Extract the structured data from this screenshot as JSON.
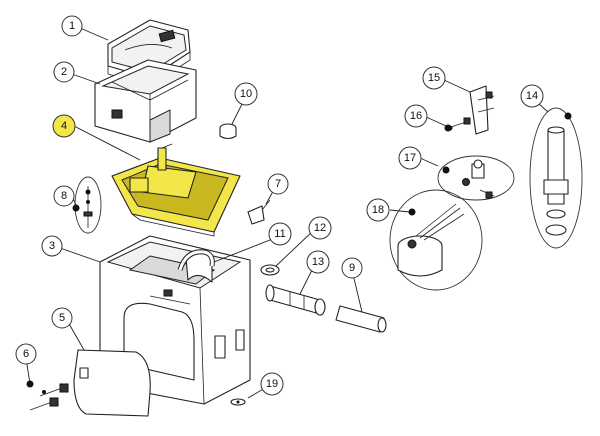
{
  "diagram": {
    "highlight_color": "#f3e64a",
    "callouts": [
      {
        "id": "c1",
        "label": "1",
        "highlighted": false
      },
      {
        "id": "c2",
        "label": "2",
        "highlighted": false
      },
      {
        "id": "c3",
        "label": "3",
        "highlighted": false
      },
      {
        "id": "c4",
        "label": "4",
        "highlighted": true
      },
      {
        "id": "c5",
        "label": "5",
        "highlighted": false
      },
      {
        "id": "c6",
        "label": "6",
        "highlighted": false
      },
      {
        "id": "c7",
        "label": "7",
        "highlighted": false
      },
      {
        "id": "c8",
        "label": "8",
        "highlighted": false
      },
      {
        "id": "c9",
        "label": "9",
        "highlighted": false
      },
      {
        "id": "c10",
        "label": "10",
        "highlighted": false
      },
      {
        "id": "c11",
        "label": "11",
        "highlighted": false
      },
      {
        "id": "c12",
        "label": "12",
        "highlighted": false
      },
      {
        "id": "c13",
        "label": "13",
        "highlighted": false
      },
      {
        "id": "c14",
        "label": "14",
        "highlighted": false
      },
      {
        "id": "c15",
        "label": "15",
        "highlighted": false
      },
      {
        "id": "c16",
        "label": "16",
        "highlighted": false
      },
      {
        "id": "c17",
        "label": "17",
        "highlighted": false
      },
      {
        "id": "c18",
        "label": "18",
        "highlighted": false
      },
      {
        "id": "c19",
        "label": "19",
        "highlighted": false
      }
    ]
  }
}
